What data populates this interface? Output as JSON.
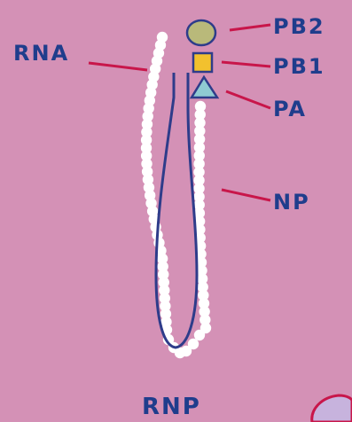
{
  "labels": {
    "rna": "RNA",
    "pb2": "PB2",
    "pb1": "PB1",
    "pa": "PA",
    "np": "NP"
  },
  "title": "RNP",
  "colors": {
    "background": "#d491b6",
    "text": "#1f3d8c",
    "leader": "#c8164a",
    "beads": "#ffffff",
    "np_loop": "#2e3c8a",
    "pb2": "#b9b97a",
    "pb1": "#f2c12e",
    "pa": "#8fcbd2",
    "corner_shape_fill": "#c7b3dd"
  }
}
